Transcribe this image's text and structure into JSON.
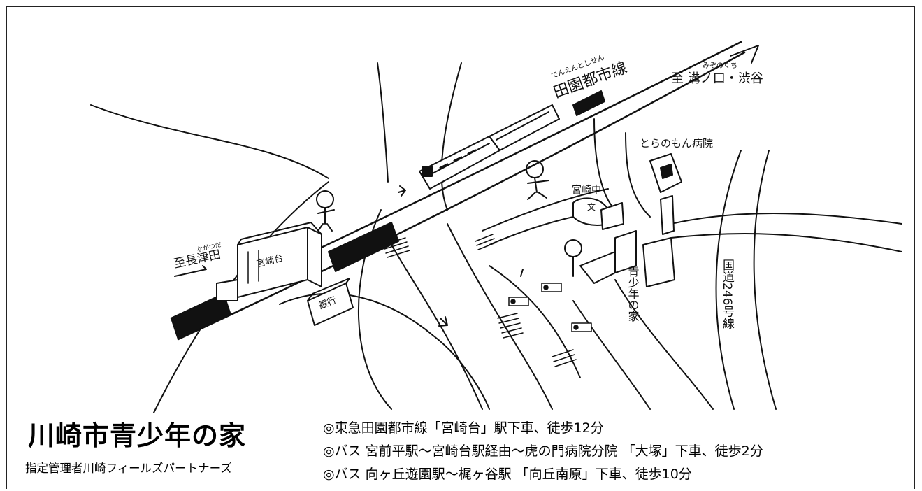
{
  "facility": {
    "name": "川崎市青少年の家",
    "manager": "指定管理者川崎フィールズパートナーズ"
  },
  "access": [
    "◎東急田園都市線「宮崎台」駅下車、徒歩12分",
    "◎バス 宮前平駅〜宮崎台駅経由〜虎の門病院分院 「大塚」下車、徒歩2分",
    "◎バス 向ヶ丘遊園駅〜梶ヶ谷駅 「向丘南原」下車、徒歩10分"
  ],
  "map_labels": {
    "line": "田園都市線",
    "line_ruby": "でんえんとしせん",
    "to_shibuya": "至 溝ノ口・渋谷",
    "to_shibuya_ruby": "みぞのくち",
    "to_nagatsuta": "至長津田",
    "to_nagatsuta_ruby": "ながつだ",
    "station": "宮崎台",
    "bank": "銀行",
    "hospital": "とらのもん病院",
    "school": "宮崎中",
    "school_mark": "文",
    "facility_vertical": "青少年の家",
    "route": "国道246号線"
  }
}
